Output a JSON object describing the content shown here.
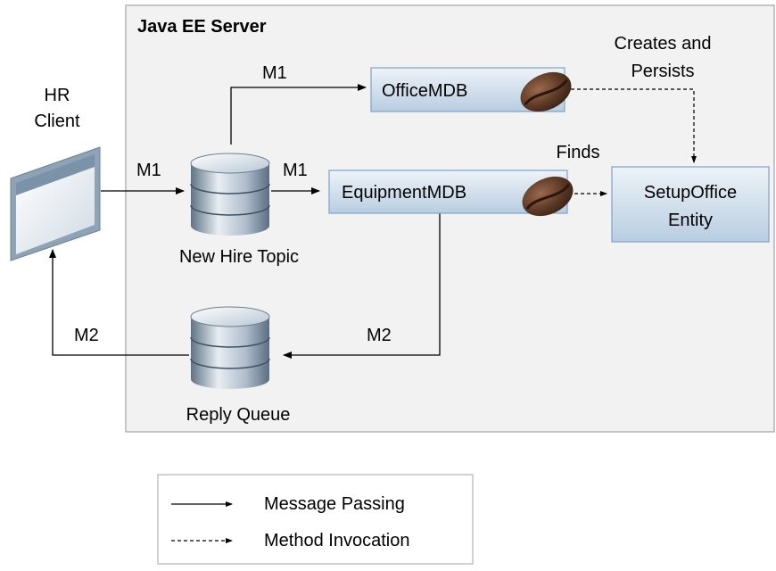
{
  "server": {
    "title": "Java EE Server"
  },
  "client": {
    "line1": "HR",
    "line2": "Client"
  },
  "components": {
    "office_mdb": "OfficeMDB",
    "equipment_mdb": "EquipmentMDB",
    "entity_line1": "SetupOffice",
    "entity_line2": "Entity",
    "topic": "New Hire Topic",
    "queue": "Reply Queue"
  },
  "messages": {
    "client_to_topic": "M1",
    "topic_to_office": "M1",
    "topic_to_equipment": "M1",
    "equipment_to_queue": "M2",
    "queue_to_client": "M2"
  },
  "invocations": {
    "creates_line1": "Creates and",
    "creates_line2": "Persists",
    "finds": "Finds"
  },
  "legend": {
    "message_passing": "Message Passing",
    "method_invocation": "Method Invocation"
  },
  "colors": {
    "server_bg": "#f2f2f2",
    "server_border": "#b4b4b4",
    "box_fill_top": "#e6eef6",
    "box_fill_bottom": "#b9cfe3",
    "box_border": "#7fa3c4",
    "bean": "#5a3a2a"
  }
}
